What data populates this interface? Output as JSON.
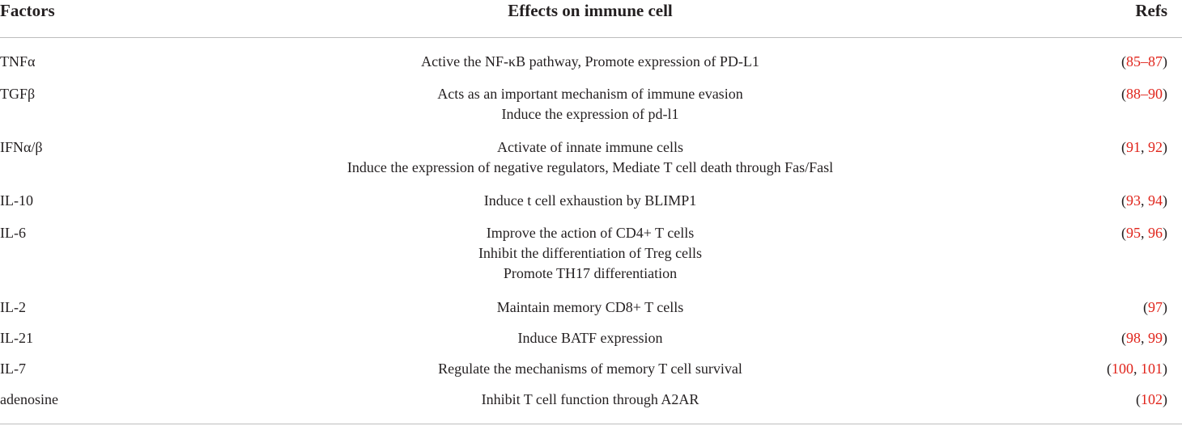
{
  "header": {
    "factors": "Factors",
    "effects": "Effects on immune cell",
    "refs": "Refs"
  },
  "rows": [
    {
      "factor": "TNFα",
      "effects": [
        "Active the NF-κB pathway, Promote expression of PD-L1"
      ],
      "refs": {
        "open": "(",
        "parts": [
          "85–87"
        ],
        "close": ")"
      }
    },
    {
      "factor": "TGFβ",
      "effects": [
        "Acts as an important mechanism of immune evasion",
        "Induce the expression of pd-l1"
      ],
      "refs": {
        "open": "(",
        "parts": [
          "88–90"
        ],
        "close": ")"
      }
    },
    {
      "factor": "IFNα/β",
      "effects": [
        "Activate of innate immune cells",
        "Induce the expression of negative regulators, Mediate T cell death through Fas/Fasl"
      ],
      "refs": {
        "open": "(",
        "parts": [
          "91",
          "92"
        ],
        "close": ")"
      }
    },
    {
      "factor": "IL-10",
      "effects": [
        "Induce t cell exhaustion by BLIMP1"
      ],
      "refs": {
        "open": "(",
        "parts": [
          "93",
          "94"
        ],
        "close": ")"
      }
    },
    {
      "factor": "IL-6",
      "effects": [
        "Improve the action of CD4+ T cells",
        "Inhibit the differentiation of Treg cells",
        "Promote TH17 differentiation"
      ],
      "refs": {
        "open": "(",
        "parts": [
          "95",
          "96"
        ],
        "close": ")"
      }
    },
    {
      "factor": "IL-2",
      "effects": [
        "Maintain memory CD8+ T cells"
      ],
      "refs": {
        "open": "(",
        "parts": [
          "97"
        ],
        "close": ")"
      }
    },
    {
      "factor": "IL-21",
      "effects": [
        "Induce BATF expression"
      ],
      "refs": {
        "open": "(",
        "parts": [
          "98",
          "99"
        ],
        "close": ")"
      }
    },
    {
      "factor": "IL-7",
      "effects": [
        "Regulate the mechanisms of memory T cell survival"
      ],
      "refs": {
        "open": "(",
        "parts": [
          "100",
          "101"
        ],
        "close": ")"
      }
    },
    {
      "factor": "adenosine",
      "effects": [
        "Inhibit T cell function through A2AR"
      ],
      "refs": {
        "open": "(",
        "parts": [
          "102"
        ],
        "close": ")"
      }
    }
  ],
  "colors": {
    "text": "#231f20",
    "ref_link": "#e0241b",
    "rule": "#bdbdbd"
  }
}
